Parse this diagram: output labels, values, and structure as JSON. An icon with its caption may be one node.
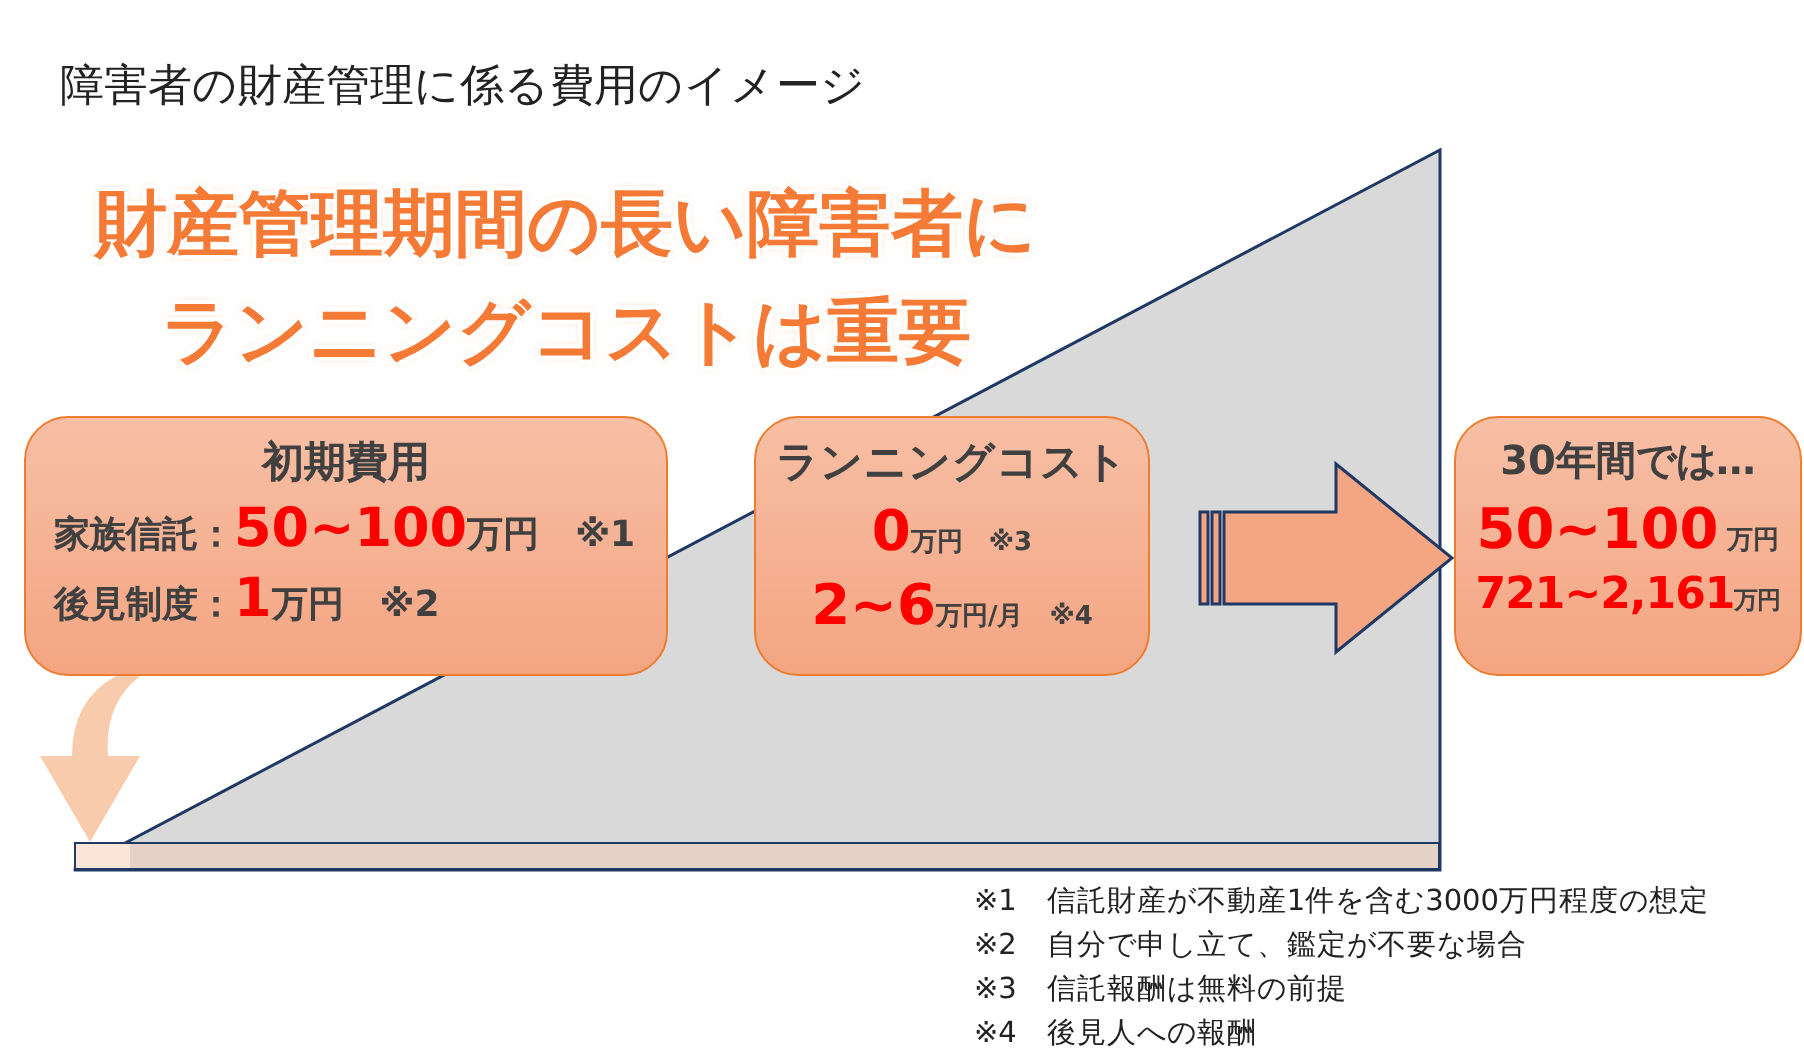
{
  "diagram": {
    "title": "障害者の財産管理に係る費用のイメージ",
    "nodes": [
      {
        "text": [
          "初期費用",
          "家族信託：**50~100**万円　※1",
          "後見制度：**1**万円　※2"
        ]
      },
      {
        "text": [
          "ランニングコスト",
          "**0**万円　※3",
          "**2~6**万円/月　※4"
        ]
      },
      {
        "text": [
          "30年間では…",
          "**50~100** 万円",
          "**721~2,161**万円"
        ]
      },
      {
        "text": [],
        "shape": "bar"
      }
    ],
    "edges": [
      {
        "from": 1,
        "to": 2,
        "arrow": "to",
        "style": "thick",
        "color": "#f4a582"
      },
      {
        "from": 0,
        "to": 3,
        "arrow": "to",
        "style": "thick",
        "color": "#f8cbad"
      }
    ],
    "labels": [
      "財産管理期間の長い障害者にランニングコストは重要",
      "※1　信託財産が不動産1件を含む3000万円程度の想定",
      "※2　自分で申し立て、鑑定が不要な場合",
      "※3　信託報酬は無料の前提",
      "※4　後見人への報酬"
    ]
  }
}
